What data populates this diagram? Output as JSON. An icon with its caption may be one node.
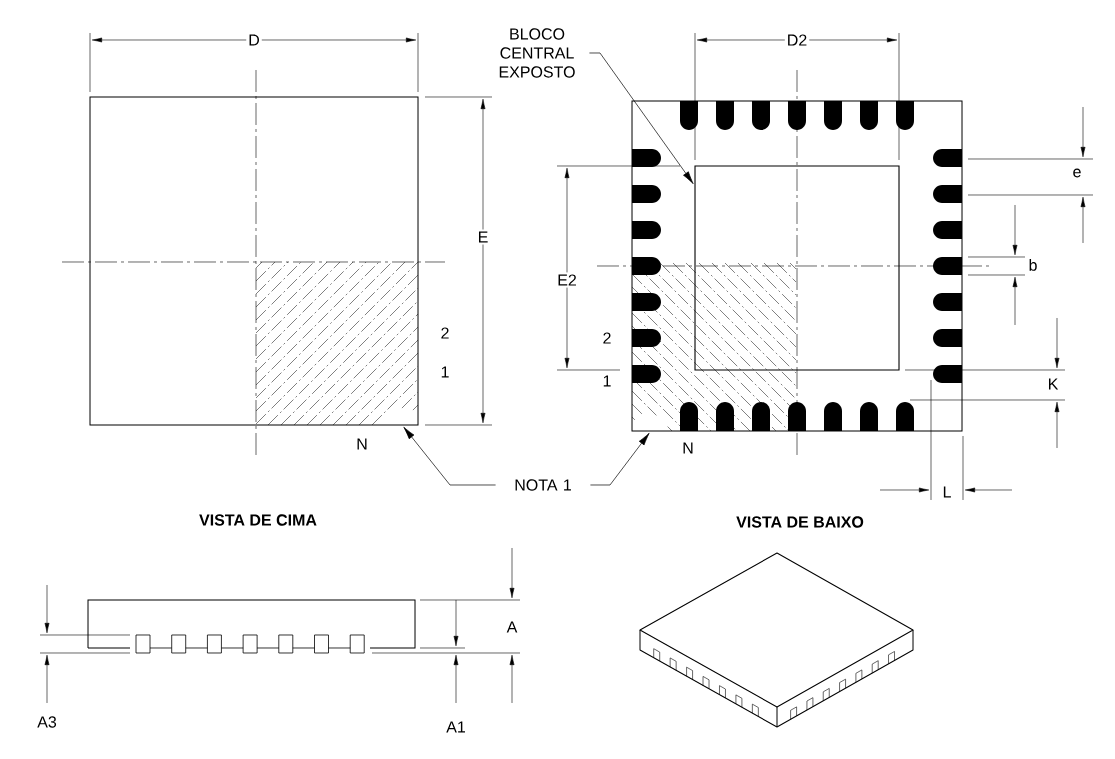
{
  "diagram": {
    "nodes": [
      {
        "text": [
          "BLOCO CENTRAL EXPOSTO"
        ]
      },
      {
        "text": [],
        "shape": "box"
      },
      {
        "text": [
          "NOTA 1"
        ]
      },
      {
        "text": [],
        "shape": "box"
      },
      {
        "text": [],
        "shape": "box"
      }
    ],
    "edges": [
      {
        "from": 0,
        "to": 1,
        "arrow": "to"
      },
      {
        "from": 2,
        "to": 3,
        "arrow": "to"
      },
      {
        "from": 2,
        "to": 4,
        "arrow": "to"
      }
    ],
    "labels": [
      "D",
      "D2",
      "E",
      "e",
      "E2",
      "b",
      "2",
      "2",
      "1",
      "1",
      "K",
      "N",
      "N",
      "L",
      "VISTA DE CIMA",
      "VISTA DE BAIXO",
      "A",
      "A3",
      "A1"
    ]
  }
}
